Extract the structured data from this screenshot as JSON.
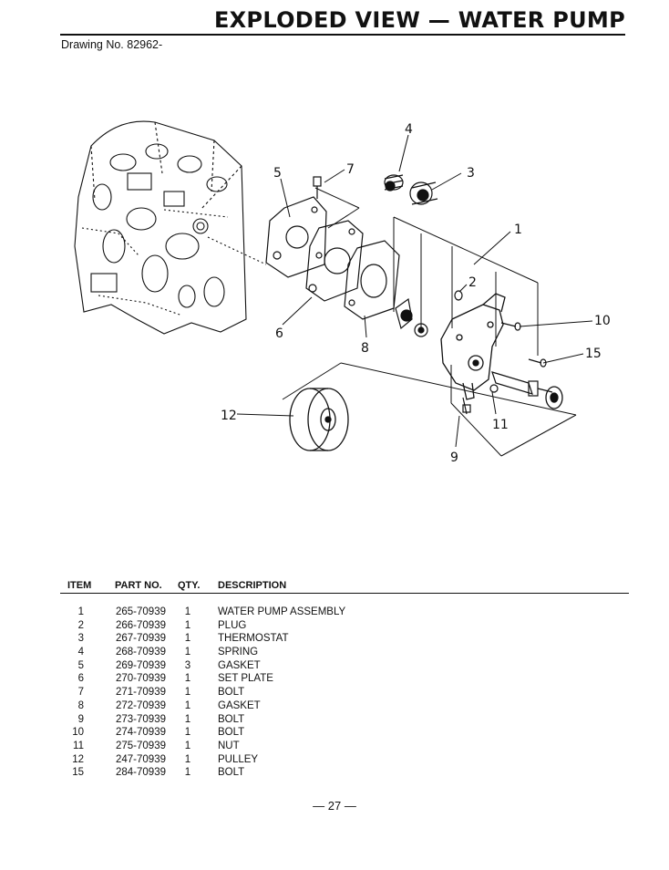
{
  "header": {
    "title": "EXPLODED VIEW — WATER PUMP",
    "drawing_no": "Drawing No. 82962-"
  },
  "diagram": {
    "callouts": [
      "1",
      "2",
      "3",
      "4",
      "5",
      "6",
      "7",
      "8",
      "9",
      "10",
      "11",
      "12",
      "15"
    ]
  },
  "parts_table": {
    "columns": {
      "item": "ITEM",
      "part_no": "PART NO.",
      "qty": "QTY.",
      "description": "DESCRIPTION"
    },
    "rows": [
      {
        "item": "1",
        "part_no": "265-70939",
        "qty": "1",
        "description": "WATER PUMP ASSEMBLY"
      },
      {
        "item": "2",
        "part_no": "266-70939",
        "qty": "1",
        "description": "PLUG"
      },
      {
        "item": "3",
        "part_no": "267-70939",
        "qty": "1",
        "description": "THERMOSTAT"
      },
      {
        "item": "4",
        "part_no": "268-70939",
        "qty": "1",
        "description": "SPRING"
      },
      {
        "item": "5",
        "part_no": "269-70939",
        "qty": "3",
        "description": "GASKET"
      },
      {
        "item": "6",
        "part_no": "270-70939",
        "qty": "1",
        "description": "SET PLATE"
      },
      {
        "item": "7",
        "part_no": "271-70939",
        "qty": "1",
        "description": "BOLT"
      },
      {
        "item": "8",
        "part_no": "272-70939",
        "qty": "1",
        "description": "GASKET"
      },
      {
        "item": "9",
        "part_no": "273-70939",
        "qty": "1",
        "description": "BOLT"
      },
      {
        "item": "10",
        "part_no": "274-70939",
        "qty": "1",
        "description": "BOLT"
      },
      {
        "item": "11",
        "part_no": "275-70939",
        "qty": "1",
        "description": "NUT"
      },
      {
        "item": "12",
        "part_no": "247-70939",
        "qty": "1",
        "description": "PULLEY"
      },
      {
        "item": "15",
        "part_no": "284-70939",
        "qty": "1",
        "description": "BOLT"
      }
    ]
  },
  "footer": {
    "page_number": "— 27 —"
  }
}
